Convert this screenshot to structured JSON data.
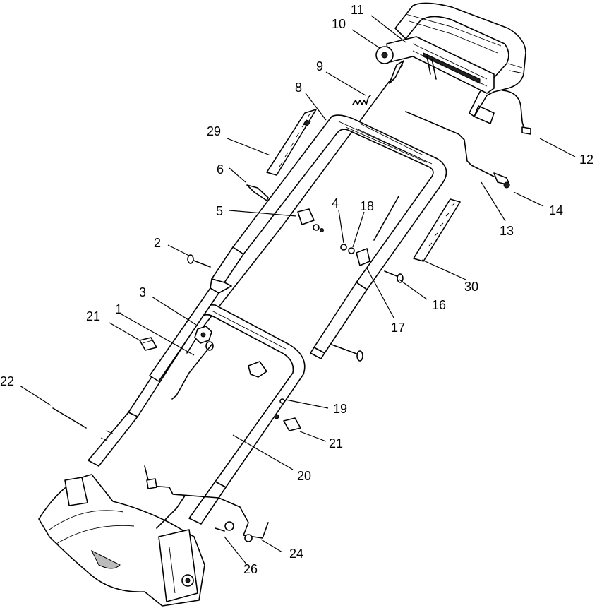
{
  "diagram": {
    "callouts": [
      {
        "id": "c1",
        "label": "1"
      },
      {
        "id": "c2",
        "label": "2"
      },
      {
        "id": "c3",
        "label": "3"
      },
      {
        "id": "c4",
        "label": "4"
      },
      {
        "id": "c5",
        "label": "5"
      },
      {
        "id": "c6",
        "label": "6"
      },
      {
        "id": "c8",
        "label": "8"
      },
      {
        "id": "c9",
        "label": "9"
      },
      {
        "id": "c10",
        "label": "10"
      },
      {
        "id": "c11",
        "label": "11"
      },
      {
        "id": "c12",
        "label": "12"
      },
      {
        "id": "c13",
        "label": "13"
      },
      {
        "id": "c14",
        "label": "14"
      },
      {
        "id": "c16",
        "label": "16"
      },
      {
        "id": "c17",
        "label": "17"
      },
      {
        "id": "c18",
        "label": "18"
      },
      {
        "id": "c19",
        "label": "19"
      },
      {
        "id": "c20",
        "label": "20"
      },
      {
        "id": "c21a",
        "label": "21"
      },
      {
        "id": "c21b",
        "label": "21"
      },
      {
        "id": "c22",
        "label": "22"
      },
      {
        "id": "c24",
        "label": "24"
      },
      {
        "id": "c26",
        "label": "26"
      },
      {
        "id": "c29",
        "label": "29"
      },
      {
        "id": "c30",
        "label": "30"
      }
    ]
  }
}
